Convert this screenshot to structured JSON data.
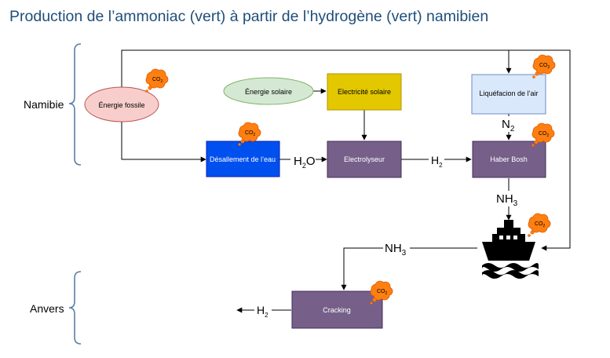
{
  "title": "Production de l’ammoniac (vert) à partir de l’hydrogène (vert) namibien",
  "regions": {
    "namibie": "Namibie",
    "anvers": "Anvers"
  },
  "nodes": {
    "energie_fossile": "Énergie fossile",
    "energie_solaire": "Énergie solaire",
    "electricite_solaire": "Electricité solaire",
    "liquefaction": "Liquéfacion de l’air",
    "dessalement": "Désallement de l’eau",
    "electrolyseur": "Electrolyseur",
    "haber_bosch": "Haber Bosh",
    "cracking": "Cracking"
  },
  "edge_labels": {
    "h2o": {
      "main": "H",
      "sub": "2",
      "tail": "O"
    },
    "h2_a": {
      "main": "H",
      "sub": "2"
    },
    "n2": {
      "main": "N",
      "sub": "2"
    },
    "nh3_a": {
      "main": "NH",
      "sub": "3"
    },
    "nh3_b": {
      "main": "NH",
      "sub": "3"
    },
    "h2_b": {
      "main": "H",
      "sub": "2"
    }
  },
  "co2_badges": [
    {
      "id": "co2-energie-fossile",
      "main": "CO",
      "sub": "2"
    },
    {
      "id": "co2-dessalement",
      "main": "CO",
      "sub": "2"
    },
    {
      "id": "co2-liquefaction",
      "main": "CO",
      "sub": "2"
    },
    {
      "id": "co2-haber",
      "main": "CO",
      "sub": "2"
    },
    {
      "id": "co2-ship",
      "main": "CO",
      "sub": "2"
    },
    {
      "id": "co2-cracking",
      "main": "CO",
      "sub": "2"
    }
  ],
  "colors": {
    "title": "#1f4e79",
    "bracket": "#5b7fa6",
    "fossile_fill": "#f8cecc",
    "fossile_stroke": "#b85450",
    "solaire_fill": "#d5e8d4",
    "solaire_stroke": "#82b366",
    "elec_fill": "#e3c800",
    "liq_fill": "#dae8fc",
    "liq_stroke": "#6c8ebf",
    "desal_fill": "#0050ef",
    "purple_fill": "#76608a",
    "cloud_fill": "#ff7f11",
    "cloud_stroke": "#e05a00"
  }
}
